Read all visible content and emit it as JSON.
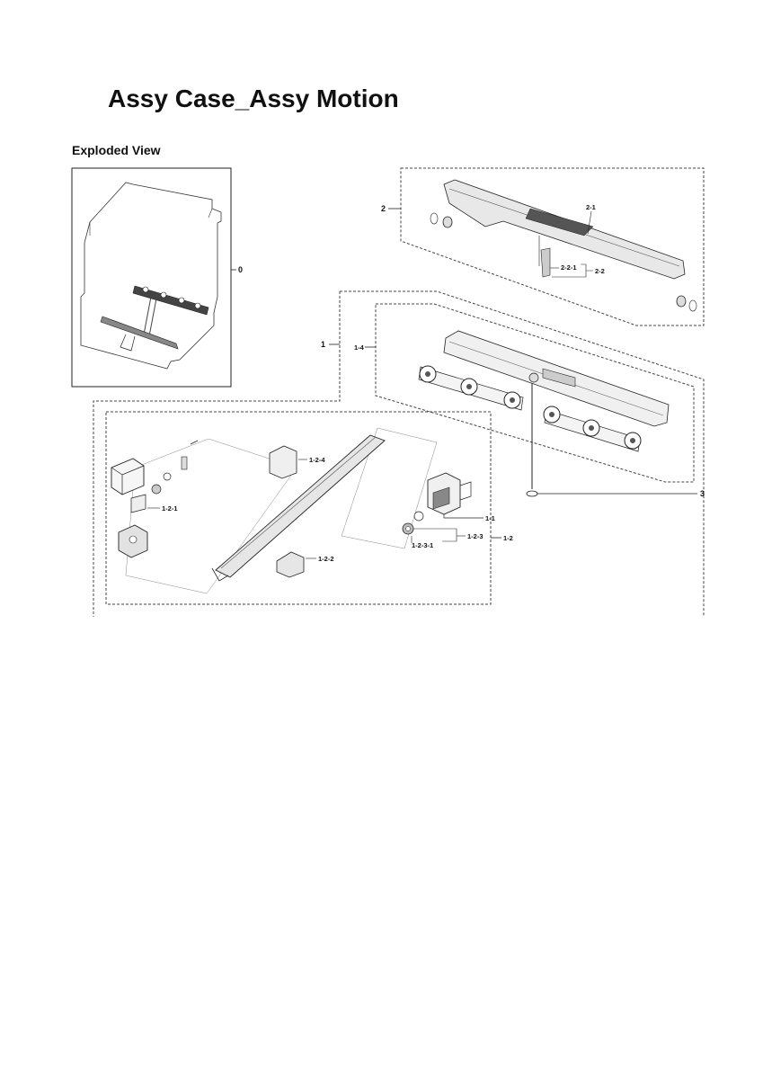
{
  "title": "Assy Case_Assy Motion",
  "subtitle": "Exploded View",
  "callouts": {
    "c0": "0",
    "c1": "1",
    "c2": "2",
    "c3": "3",
    "c1_1": "1-1",
    "c1_2": "1-2",
    "c1_2_1": "1-2-1",
    "c1_2_2": "1-2-2",
    "c1_2_3": "1-2-3",
    "c1_2_3_1": "1-2-3-1",
    "c1_2_4": "1-2-4",
    "c1_4": "1-4",
    "c2_1": "2-1",
    "c2_2": "2-2",
    "c2_2_1": "2-2-1"
  }
}
